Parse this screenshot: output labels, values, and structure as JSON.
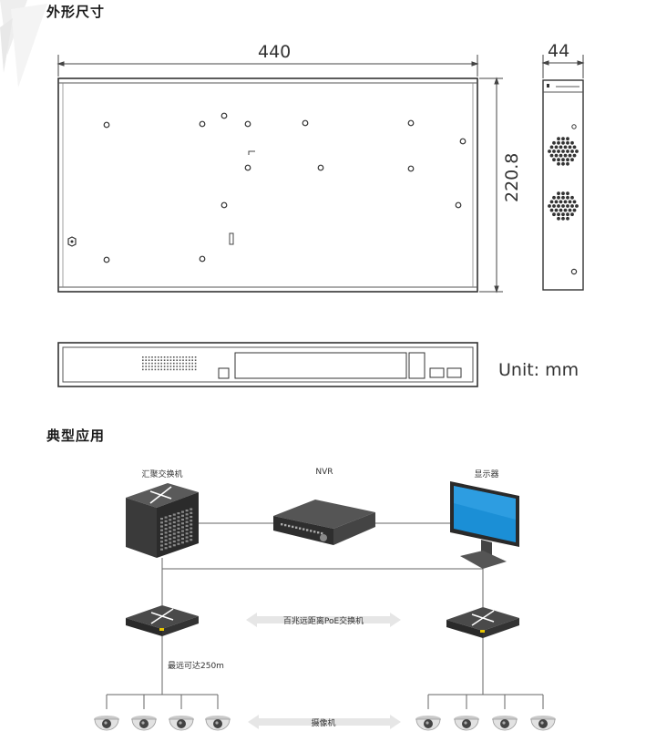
{
  "sections": {
    "dimensions_title": "外形尺寸",
    "application_title": "典型应用"
  },
  "dimensions": {
    "width": "440",
    "depth": "44",
    "height": "220.8",
    "unit": "Unit: mm"
  },
  "network": {
    "aggregation_switch": "汇聚交换机",
    "nvr": "NVR",
    "monitor": "显示器",
    "poe_switch": "百兆远距离PoE交换机",
    "distance": "最远可达250m",
    "camera": "摄像机"
  },
  "colors": {
    "line": "#555555",
    "device_dark": "#3a3a3a",
    "screen_blue": "#1b8fd6",
    "tag_bg": "#e6e6e6"
  }
}
